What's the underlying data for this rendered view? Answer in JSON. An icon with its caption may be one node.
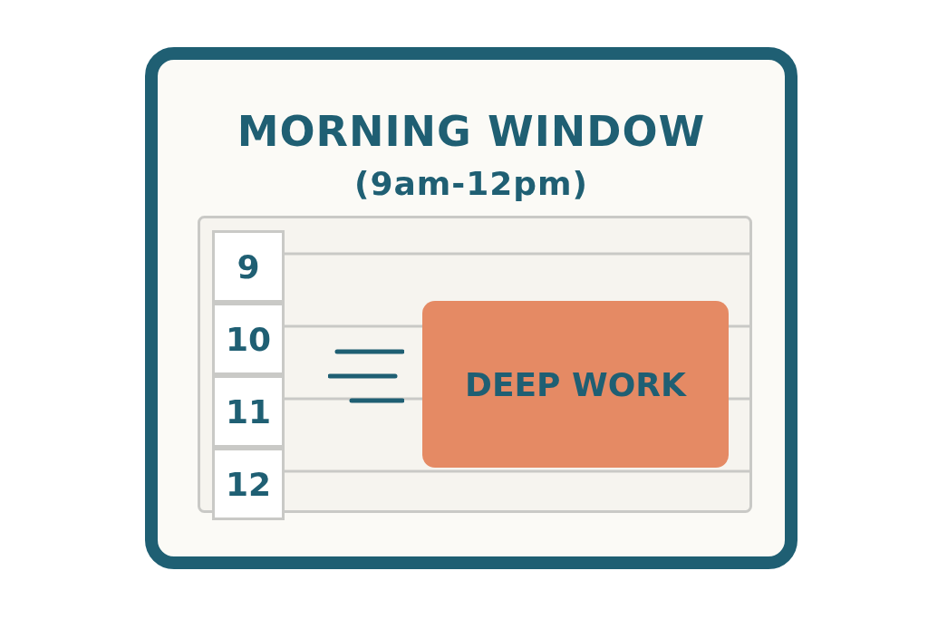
{
  "diagram": {
    "nodes": [
      {
        "text": [
          "MORNING WINDOW",
          "(9am-12pm)"
        ]
      },
      {
        "text": [
          "9"
        ],
        "in": 0
      },
      {
        "text": [
          "10"
        ],
        "in": 0
      },
      {
        "text": [
          "11"
        ],
        "in": 0
      },
      {
        "text": [
          "12"
        ],
        "in": 0
      },
      {
        "text": [
          "DEEP WORK"
        ],
        "in": 0
      }
    ],
    "edges": []
  }
}
